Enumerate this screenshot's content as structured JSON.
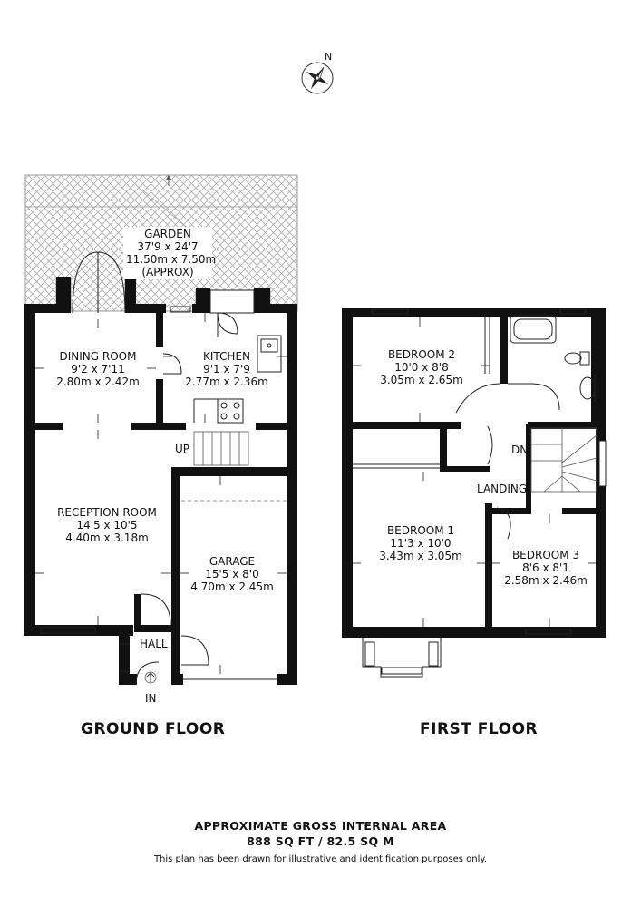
{
  "compass": {
    "icon": "compass-rose-icon",
    "north_label": "N"
  },
  "ground_floor": {
    "title": "GROUND FLOOR",
    "garden": {
      "name": "GARDEN",
      "imperial": "37'9 x 24'7",
      "metric": "11.50m x 7.50m",
      "note": "(APPROX)"
    },
    "dining_room": {
      "name": "DINING ROOM",
      "imperial": "9'2 x 7'11",
      "metric": "2.80m x 2.42m"
    },
    "kitchen": {
      "name": "KITCHEN",
      "imperial": "9'1 x 7'9",
      "metric": "2.77m x 2.36m"
    },
    "reception_room": {
      "name": "RECEPTION ROOM",
      "imperial": "14'5 x 10'5",
      "metric": "4.40m x 3.18m"
    },
    "garage": {
      "name": "GARAGE",
      "imperial": "15'5 x 8'0",
      "metric": "4.70m x 2.45m"
    },
    "hall": {
      "name": "HALL"
    },
    "stairs_label": "UP",
    "entrance_label": "IN"
  },
  "first_floor": {
    "title": "FIRST FLOOR",
    "bedroom_1": {
      "name": "BEDROOM 1",
      "imperial": "11'3 x 10'0",
      "metric": "3.43m x 3.05m"
    },
    "bedroom_2": {
      "name": "BEDROOM 2",
      "imperial": "10'0 x 8'8",
      "metric": "3.05m x 2.65m"
    },
    "bedroom_3": {
      "name": "BEDROOM 3",
      "imperial": "8'6 x 8'1",
      "metric": "2.58m x 2.46m"
    },
    "landing": {
      "name": "LANDING"
    },
    "stairs_label": "DN"
  },
  "footer": {
    "area_title": "APPROXIMATE GROSS INTERNAL AREA",
    "area_value": "888 SQ FT / 82.5 SQ M",
    "disclaimer": "This plan has been drawn for illustrative and identification purposes only."
  }
}
